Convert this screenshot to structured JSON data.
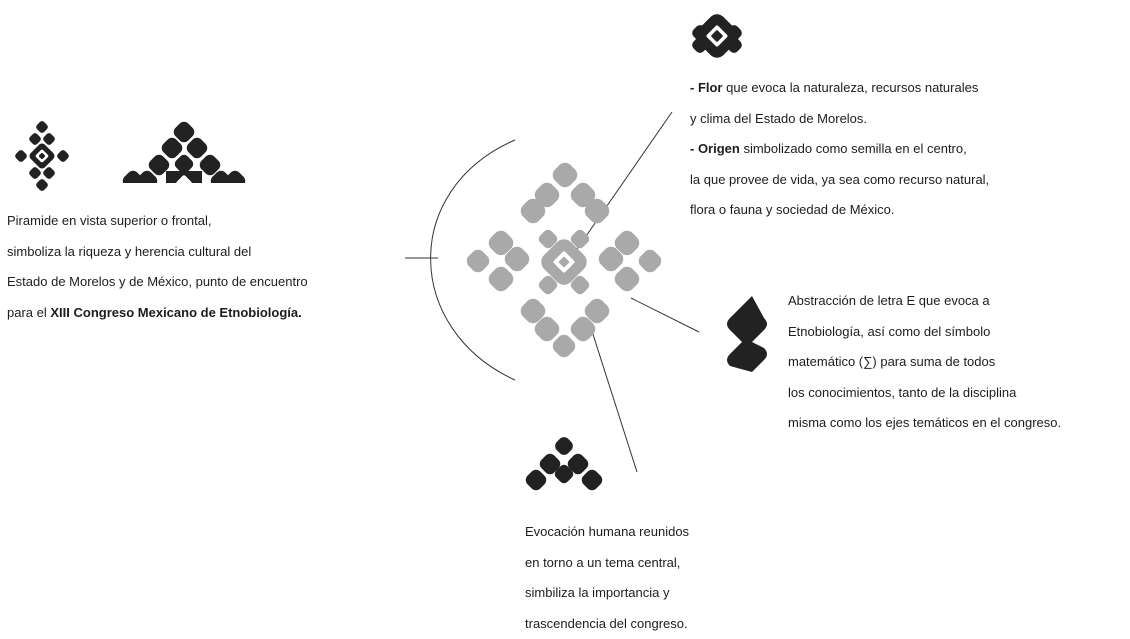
{
  "colors": {
    "dark": "#222222",
    "gray": "#a9a9a9",
    "line": "#333333"
  },
  "icons": {
    "pyramid": "pyramid-glyph-icon",
    "flower": "flower-diamond-icon",
    "letter": "letter-e-sigma-icon",
    "human": "human-gathering-icon",
    "emblem": "congress-emblem-icon"
  },
  "pyramid_block": {
    "line1": "Piramide en vista superior o frontal,",
    "line2": "simboliza la riqueza y herencia cultural del",
    "line3": "Estado de Morelos y de México, punto de encuentro",
    "line4_prefix": "para el ",
    "line4_bold": "XIII Congreso Mexicano de Etnobiología."
  },
  "flower_block": {
    "line1_bold": "- Flor",
    "line1_rest": " que evoca la naturaleza, recursos naturales",
    "line2": "y clima del Estado de Morelos.",
    "line3_bold": "- Origen",
    "line3_rest": " simbolizado como semilla en el centro,",
    "line4": "la que provee de vida, ya sea como recurso natural,",
    "line5": "flora o fauna y sociedad de México."
  },
  "letter_block": {
    "line1": "Abstracción de letra E que evoca a",
    "line2": "Etnobiología, así como del símbolo",
    "line3": "matemático (∑) para suma de todos",
    "line4": "los conocimientos, tanto de la disciplina",
    "line5": "misma como los ejes temáticos en el congreso."
  },
  "human_block": {
    "line1": "Evocación humana reunidos",
    "line2": "en torno a un tema central,",
    "line3": "simbiliza la importancia y",
    "line4": "trascendencia del congreso."
  }
}
